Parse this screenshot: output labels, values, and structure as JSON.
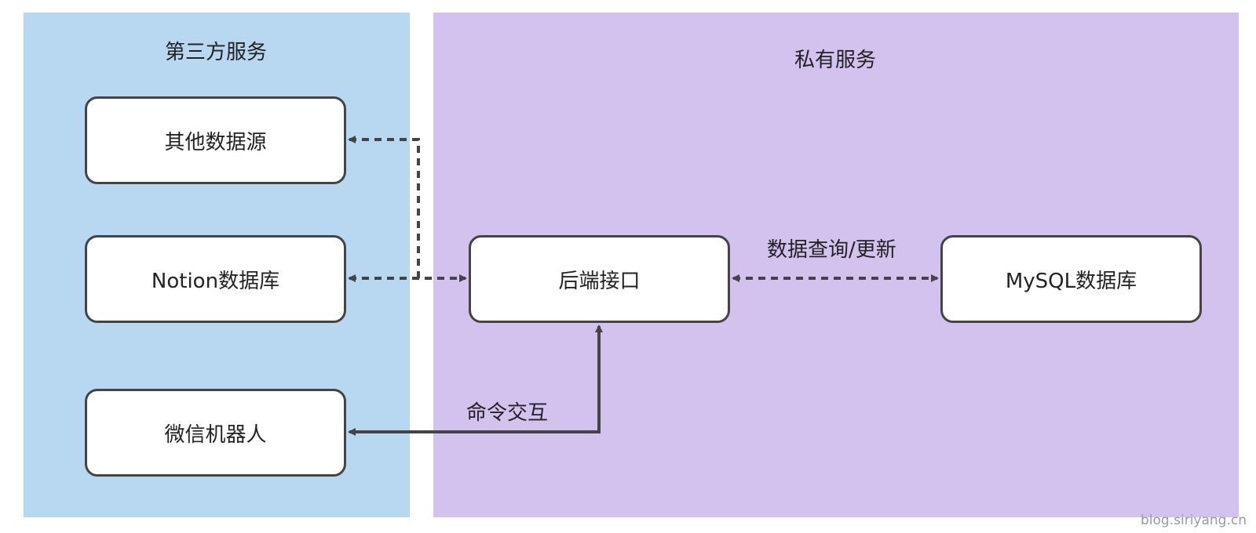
{
  "colors": {
    "third_party_panel": "#b8d8f1",
    "private_panel": "#d3c2ee",
    "node_border": "#444444",
    "connector": "#444444"
  },
  "groups": {
    "third_party": {
      "title": "第三方服务"
    },
    "private": {
      "title": "私有服务"
    }
  },
  "nodes": {
    "other_sources": "其他数据源",
    "notion_db": "Notion数据库",
    "wechat_bot": "微信机器人",
    "backend_api": "后端接口",
    "mysql_db": "MySQL数据库"
  },
  "edges": [
    {
      "from": "backend_api",
      "to": "other_sources",
      "style": "dashed",
      "arrow": "to"
    },
    {
      "from": "backend_api",
      "to": "notion_db",
      "style": "dashed",
      "arrow": "both"
    },
    {
      "from": "backend_api",
      "to": "mysql_db",
      "style": "dashed",
      "arrow": "both",
      "label": "数据查询/更新"
    },
    {
      "from": "backend_api",
      "to": "wechat_bot",
      "style": "solid",
      "arrow": "both",
      "label": "命令交互"
    }
  ],
  "watermark": "blog.siriyang.cn"
}
